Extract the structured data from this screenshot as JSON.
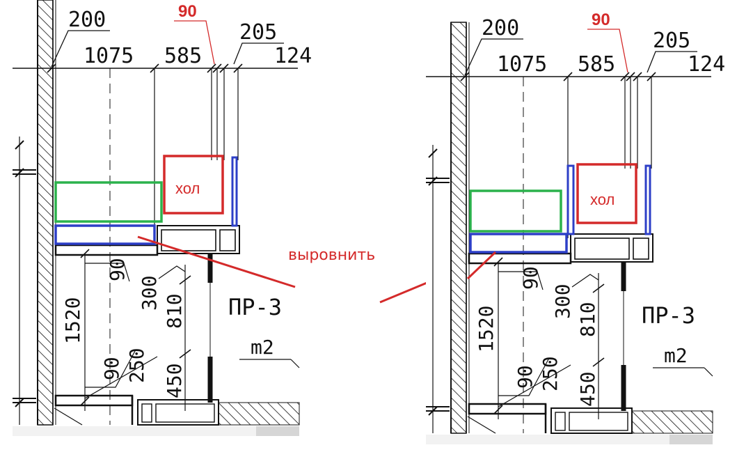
{
  "colors": {
    "ink": "#111111",
    "annotation_red": "#d42a2a",
    "highlight_green": "#2bb24c",
    "highlight_blue": "#2d3fc7",
    "scrollbar": "#e6e6e6"
  },
  "annotation": {
    "label": "выровнить"
  },
  "panels": [
    {
      "dims": {
        "d200": "200",
        "d90": "90",
        "d205": "205",
        "d1075": "1075",
        "d585": "585",
        "d124": "124",
        "d90v": "90",
        "d300": "300",
        "d1520": "1520",
        "d810": "810",
        "d90b": "90",
        "d250": "250",
        "d450": "450"
      },
      "marks": {
        "hol": "хол",
        "pr3": "ПР-3",
        "m2": "m2"
      }
    },
    {
      "dims": {
        "d200": "200",
        "d90": "90",
        "d205": "205",
        "d1075": "1075",
        "d585": "585",
        "d124": "124",
        "d90v": "90",
        "d300": "300",
        "d1520": "1520",
        "d810": "810",
        "d90b": "90",
        "d250": "250",
        "d450": "450"
      },
      "marks": {
        "hol": "хол",
        "pr3": "ПР-3",
        "m2": "m2"
      }
    }
  ]
}
